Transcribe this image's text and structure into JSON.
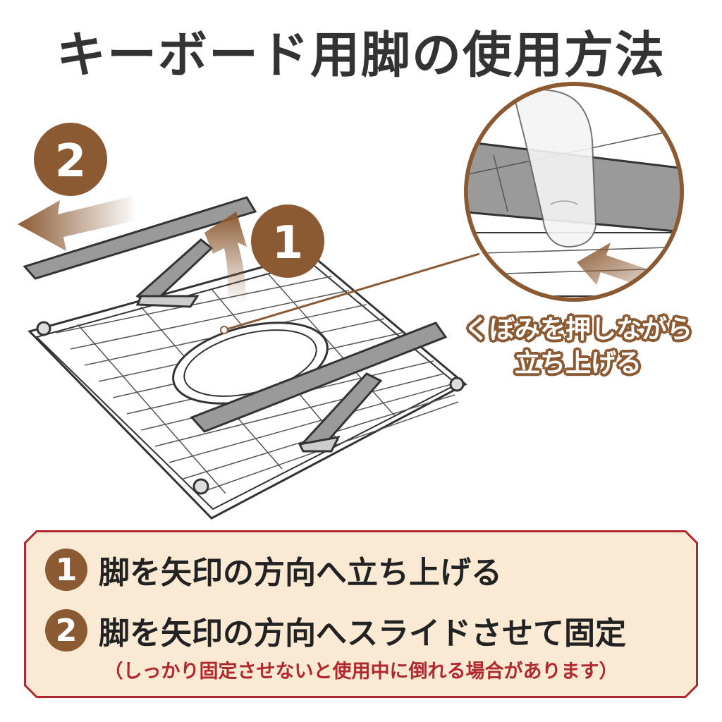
{
  "title": "キーボード用脚の使用方法",
  "illustration": {
    "arrow_step_2_number": "2",
    "arrow_step_1_number": "1",
    "callout_line1": "くぼみを押しながら",
    "callout_line2": "立ち上げる",
    "icons": [
      "keyboard-tray-illustration",
      "curved-up-arrow-icon",
      "left-arrow-icon",
      "magnifier-circle",
      "finger-press-illustration",
      "pointer-arrow-icon"
    ]
  },
  "instructions": {
    "steps": [
      {
        "number": "1",
        "text": "脚を矢印の方向へ立ち上げる"
      },
      {
        "number": "2",
        "text": "脚を矢印の方向へスライドさせて固定"
      }
    ],
    "note": "（しっかり固定させないと使用中に倒れる場合があります）"
  },
  "colors": {
    "accent_brown": "#8b5a33",
    "warning_red": "#b0282e",
    "box_background": "#fbead3",
    "title_text": "#333333"
  }
}
